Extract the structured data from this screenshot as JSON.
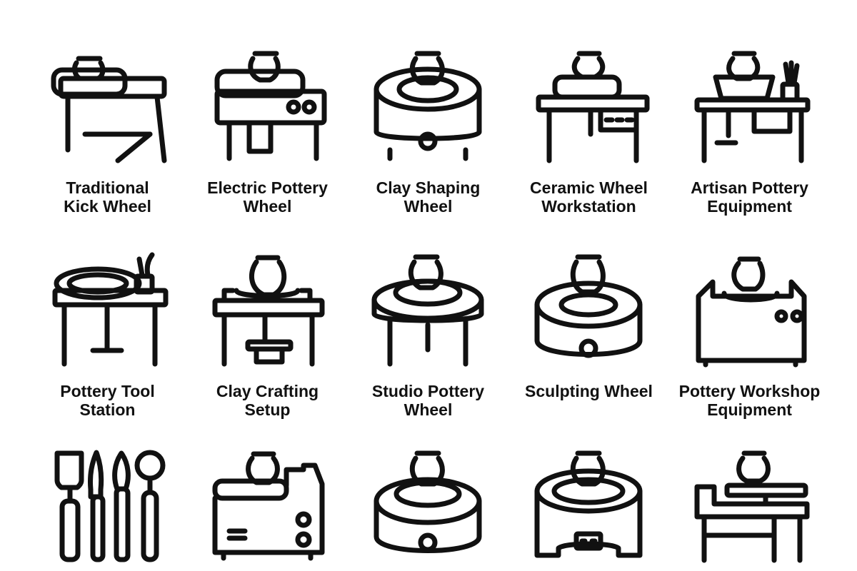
{
  "stroke_color": "#111111",
  "background_color": "#ffffff",
  "icons": [
    {
      "name": "traditional-kick-wheel-icon",
      "label": [
        "Traditional",
        "Kick Wheel"
      ]
    },
    {
      "name": "electric-pottery-wheel-icon",
      "label": [
        "Electric Pottery",
        "Wheel"
      ]
    },
    {
      "name": "clay-shaping-wheel-icon",
      "label": [
        "Clay Shaping",
        "Wheel"
      ]
    },
    {
      "name": "ceramic-wheel-workstation-icon",
      "label": [
        "Ceramic Wheel",
        "Workstation"
      ]
    },
    {
      "name": "artisan-pottery-equipment-icon",
      "label": [
        "Artisan Pottery",
        "Equipment"
      ]
    },
    {
      "name": "pottery-tool-station-icon",
      "label": [
        "Pottery Tool",
        "Station"
      ]
    },
    {
      "name": "clay-crafting-setup-icon",
      "label": [
        "Clay Crafting",
        "Setup"
      ]
    },
    {
      "name": "studio-pottery-wheel-icon",
      "label": [
        "Studio Pottery",
        "Wheel"
      ]
    },
    {
      "name": "sculpting-wheel-icon",
      "label": [
        "Sculpting Wheel"
      ]
    },
    {
      "name": "pottery-workshop-equipment-icon",
      "label": [
        "Pottery Workshop",
        "Equipment"
      ]
    },
    {
      "name": "pottery-tools-icon",
      "label": []
    },
    {
      "name": "compact-pottery-machine-icon",
      "label": []
    },
    {
      "name": "round-pottery-wheel-icon",
      "label": []
    },
    {
      "name": "housed-pottery-wheel-icon",
      "label": []
    },
    {
      "name": "pottery-desk-wheel-icon",
      "label": []
    }
  ]
}
